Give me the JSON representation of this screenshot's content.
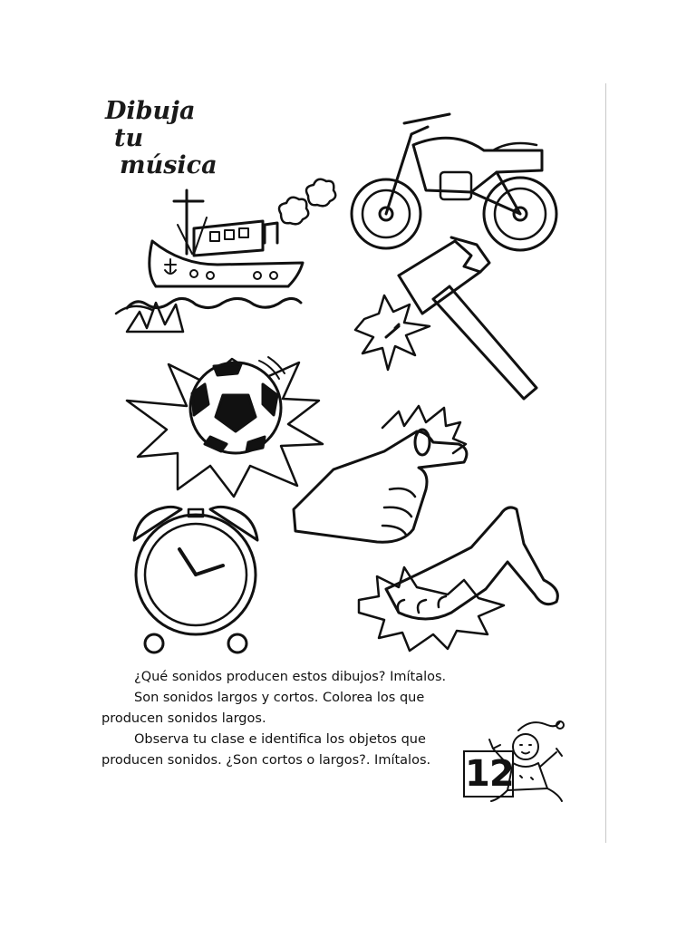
{
  "title": {
    "line1": "Dibuja",
    "line2": "tu",
    "line3": "música"
  },
  "illustrations": [
    {
      "name": "boat",
      "icon": "boat-icon"
    },
    {
      "name": "motorcycle",
      "icon": "motorcycle-icon"
    },
    {
      "name": "hammer and nail",
      "icon": "hammer-icon"
    },
    {
      "name": "soccer ball",
      "icon": "soccer-ball-icon"
    },
    {
      "name": "snapping fingers",
      "icon": "snapping-hand-icon"
    },
    {
      "name": "alarm clock",
      "icon": "alarm-clock-icon"
    },
    {
      "name": "tapping fingers",
      "icon": "tapping-hand-icon"
    },
    {
      "name": "clown",
      "icon": "clown-icon"
    }
  ],
  "instructions": {
    "q1": "¿Qué sonidos producen estos dibujos? Imítalos.",
    "q2": "Son sonidos largos y cortos. Colorea los que producen sonidos largos.",
    "q3": "Observa tu clase e identifica los objetos que producen sonidos. ¿Son cortos o largos?. Imítalos."
  },
  "page_number": "12"
}
